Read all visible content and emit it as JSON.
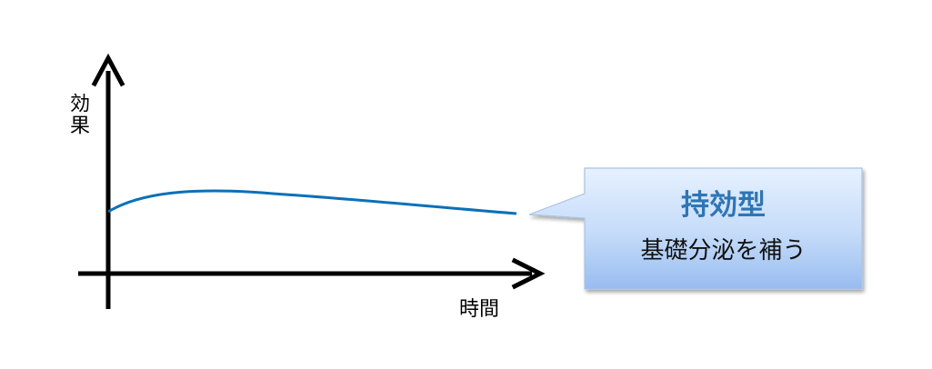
{
  "axes": {
    "y_label": "効果",
    "x_label": "時間"
  },
  "curve": {
    "color": "#0b70b8",
    "description_type": "flat-sustained"
  },
  "callout": {
    "title": "持効型",
    "subtitle": "基礎分泌を補う",
    "title_color": "#2e75b6",
    "gradient_top": "#ddeeff",
    "gradient_bottom": "#9cc0f0",
    "border_color": "#aac4e4"
  }
}
